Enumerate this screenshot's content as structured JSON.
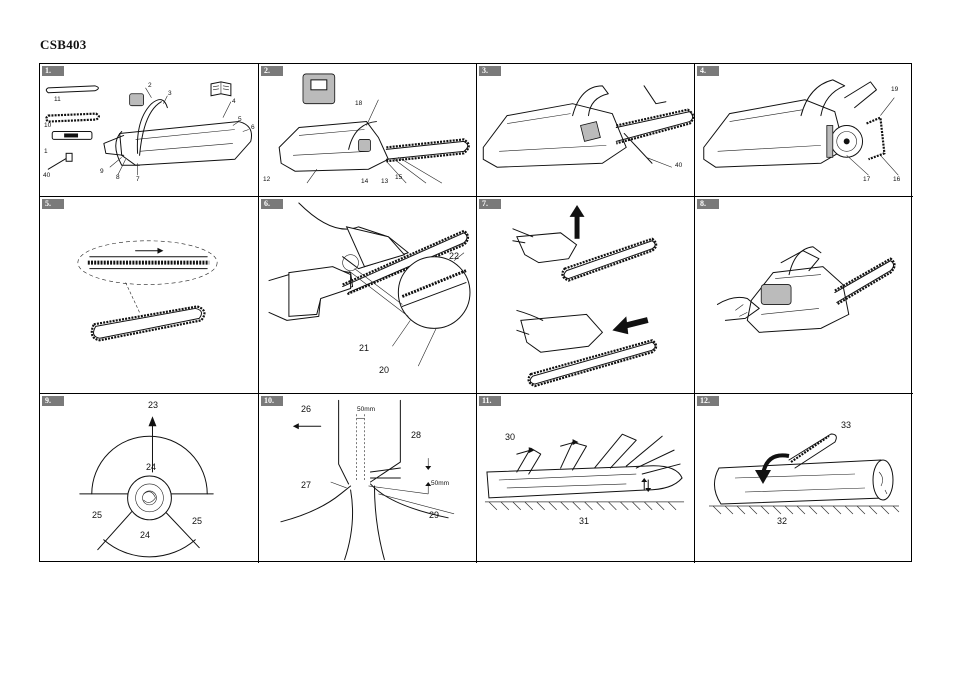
{
  "document": {
    "model": "CSB403"
  },
  "panels": [
    {
      "number": "1.",
      "callouts": [
        "11",
        "10",
        "1",
        "40",
        "2",
        "3",
        "4",
        "5",
        "6",
        "9",
        "8",
        "7"
      ]
    },
    {
      "number": "2.",
      "callouts": [
        "18",
        "12",
        "14",
        "13",
        "15"
      ]
    },
    {
      "number": "3.",
      "callouts": [
        "40"
      ]
    },
    {
      "number": "4.",
      "callouts": [
        "19",
        "17",
        "16"
      ]
    },
    {
      "number": "5.",
      "callouts": []
    },
    {
      "number": "6.",
      "callouts": [
        "22",
        "21",
        "20"
      ]
    },
    {
      "number": "7.",
      "callouts": []
    },
    {
      "number": "8.",
      "callouts": []
    },
    {
      "number": "9.",
      "callouts": [
        "23",
        "24",
        "25",
        "25",
        "24"
      ]
    },
    {
      "number": "10.",
      "callouts": [
        "26",
        "50mm",
        "28",
        "27",
        "50mm",
        "29"
      ]
    },
    {
      "number": "11.",
      "callouts": [
        "30",
        "31"
      ]
    },
    {
      "number": "12.",
      "callouts": [
        "33",
        "32"
      ]
    }
  ],
  "icons": [
    "manual-book-icon",
    "battery-icon",
    "arrow-up-icon",
    "arrow-left-icon",
    "curved-arrow-icon"
  ]
}
